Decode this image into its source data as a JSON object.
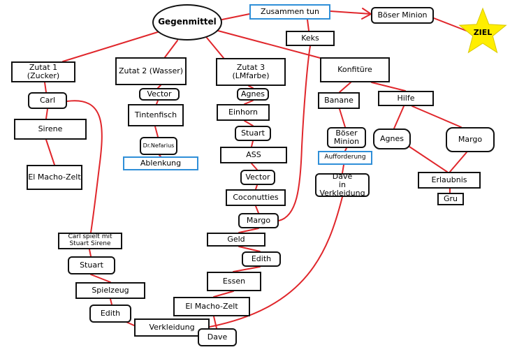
{
  "colors": {
    "edge": "#e0262b",
    "border": "#111111",
    "highlight": "#2f8fd8",
    "star": "#ffee00"
  },
  "nodes": [
    {
      "id": "gegenmittel",
      "label": "Gegenmittel"
    },
    {
      "id": "zusammen",
      "label": "Zusammen tun"
    },
    {
      "id": "boeser-minion",
      "label": "Böser Minion"
    },
    {
      "id": "ziel",
      "label": "ZIEL"
    },
    {
      "id": "keks",
      "label": "Keks"
    },
    {
      "id": "zutat1",
      "label": "Zutat 1 (Zucker)"
    },
    {
      "id": "zutat2",
      "label": "Zutat 2 (Wasser)"
    },
    {
      "id": "zutat3",
      "label": "Zutat 3 (LMfarbe)"
    },
    {
      "id": "konfituere",
      "label": "Konfitüre"
    },
    {
      "id": "carl",
      "label": "Carl"
    },
    {
      "id": "sirene",
      "label": "Sirene"
    },
    {
      "id": "macho1",
      "label": "El Macho-Zelt"
    },
    {
      "id": "vector1",
      "label": "Vector"
    },
    {
      "id": "tintenfisch",
      "label": "Tintenfisch"
    },
    {
      "id": "nefarius",
      "label": "Dr.Nefarius"
    },
    {
      "id": "ablenkung",
      "label": "Ablenkung"
    },
    {
      "id": "agnes1",
      "label": "Agnes"
    },
    {
      "id": "einhorn",
      "label": "Einhorn"
    },
    {
      "id": "stuart1",
      "label": "Stuart"
    },
    {
      "id": "ass",
      "label": "ASS"
    },
    {
      "id": "vector2",
      "label": "Vector"
    },
    {
      "id": "coconutties",
      "label": "Coconutties"
    },
    {
      "id": "margo1",
      "label": "Margo"
    },
    {
      "id": "geld",
      "label": "Geld"
    },
    {
      "id": "edith1",
      "label": "Edith"
    },
    {
      "id": "essen",
      "label": "Essen"
    },
    {
      "id": "macho2",
      "label": "El Macho-Zelt"
    },
    {
      "id": "banane",
      "label": "Banane"
    },
    {
      "id": "hilfe",
      "label": "Hilfe"
    },
    {
      "id": "boeser-minion2",
      "label": "Böser\nMinion"
    },
    {
      "id": "aufforderung",
      "label": "Aufforderung"
    },
    {
      "id": "dave-verkleidung",
      "label": "Dave\nin Verkleidung"
    },
    {
      "id": "agnes2",
      "label": "Agnes"
    },
    {
      "id": "margo2",
      "label": "Margo"
    },
    {
      "id": "erlaubnis",
      "label": "Erlaubnis"
    },
    {
      "id": "gru",
      "label": "Gru"
    },
    {
      "id": "carl-spielt",
      "label": "Carl spielt mit\nStuart Sirene"
    },
    {
      "id": "stuart2",
      "label": "Stuart"
    },
    {
      "id": "spielzeug",
      "label": "Spielzeug"
    },
    {
      "id": "edith2",
      "label": "Edith"
    },
    {
      "id": "verkleidung",
      "label": "Verkleidung"
    },
    {
      "id": "dave",
      "label": "Dave"
    }
  ]
}
